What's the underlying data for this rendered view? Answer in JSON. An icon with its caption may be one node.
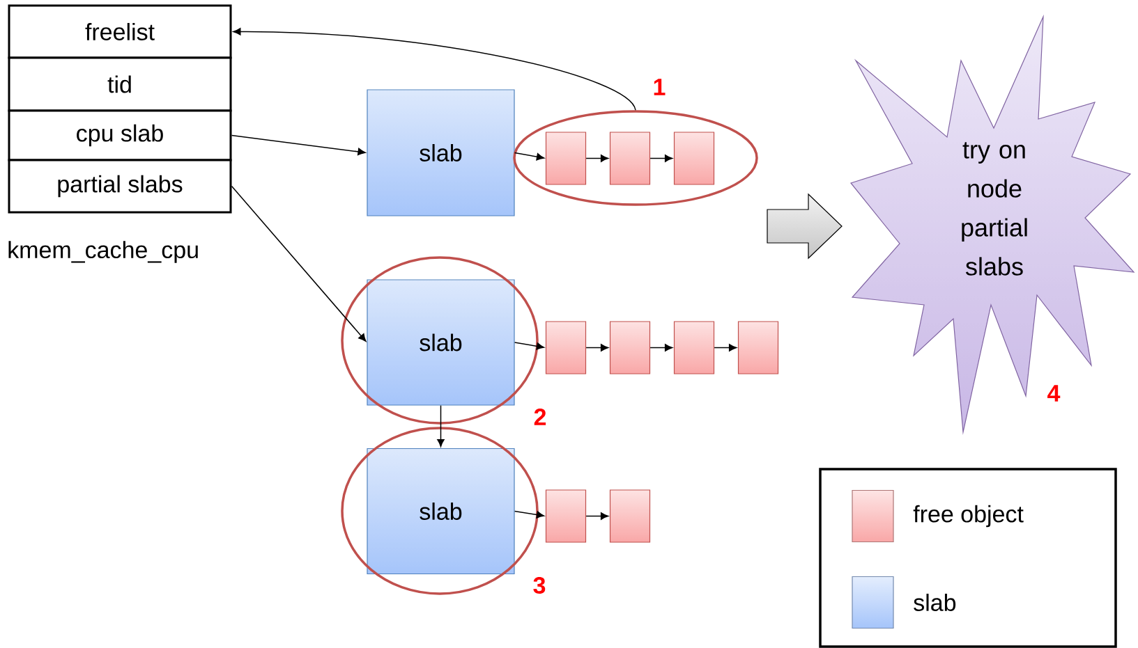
{
  "diagram": {
    "nodes": [
      {
        "text": [
          "freelist"
        ]
      },
      {
        "text": [
          "tid"
        ]
      },
      {
        "text": [
          "cpu slab"
        ]
      },
      {
        "text": [
          "partial slabs"
        ]
      },
      {
        "text": [
          "slab"
        ]
      },
      {
        "text": [],
        "shape": "ellipse",
        "beside": [
          "1"
        ]
      },
      {
        "text": [],
        "shape": "box",
        "in": 5
      },
      {
        "text": [],
        "shape": "box",
        "in": 5
      },
      {
        "text": [],
        "shape": "box",
        "in": 5
      },
      {
        "text": [],
        "shape": "ellipse",
        "beside": [
          "2"
        ]
      },
      {
        "text": [
          "slab"
        ],
        "in": 9
      },
      {
        "text": [],
        "shape": "box"
      },
      {
        "text": [],
        "shape": "box"
      },
      {
        "text": [],
        "shape": "box"
      },
      {
        "text": [],
        "shape": "box"
      },
      {
        "text": [],
        "shape": "ellipse",
        "beside": [
          "3"
        ]
      },
      {
        "text": [
          "slab"
        ],
        "in": 15
      },
      {
        "text": [],
        "shape": "box"
      },
      {
        "text": [],
        "shape": "box"
      },
      {
        "text": [
          "try on node partial slabs",
          "4"
        ]
      }
    ],
    "edges": [
      {
        "from": 5,
        "to": 0,
        "arrow": "to"
      },
      {
        "from": 2,
        "to": 4,
        "arrow": "to"
      },
      {
        "from": 4,
        "to": 6,
        "arrow": "to"
      },
      {
        "from": 6,
        "to": 7,
        "arrow": "to"
      },
      {
        "from": 7,
        "to": 8,
        "arrow": "to"
      },
      {
        "from": 3,
        "to": 10,
        "arrow": "to"
      },
      {
        "from": 10,
        "to": 11,
        "arrow": "to"
      },
      {
        "from": 11,
        "to": 12,
        "arrow": "to"
      },
      {
        "from": 12,
        "to": 13,
        "arrow": "to"
      },
      {
        "from": 13,
        "to": 14,
        "arrow": "to"
      },
      {
        "from": 10,
        "to": 16,
        "arrow": "to"
      },
      {
        "from": 16,
        "to": 17,
        "arrow": "to"
      },
      {
        "from": 17,
        "to": 18,
        "arrow": "to"
      }
    ],
    "labels": [
      "kmem_cache_cpu"
    ],
    "legend": [
      {
        "text": "free object",
        "color": "#f9a8a8"
      },
      {
        "text": "slab",
        "color": "#a6c5fa"
      }
    ]
  }
}
